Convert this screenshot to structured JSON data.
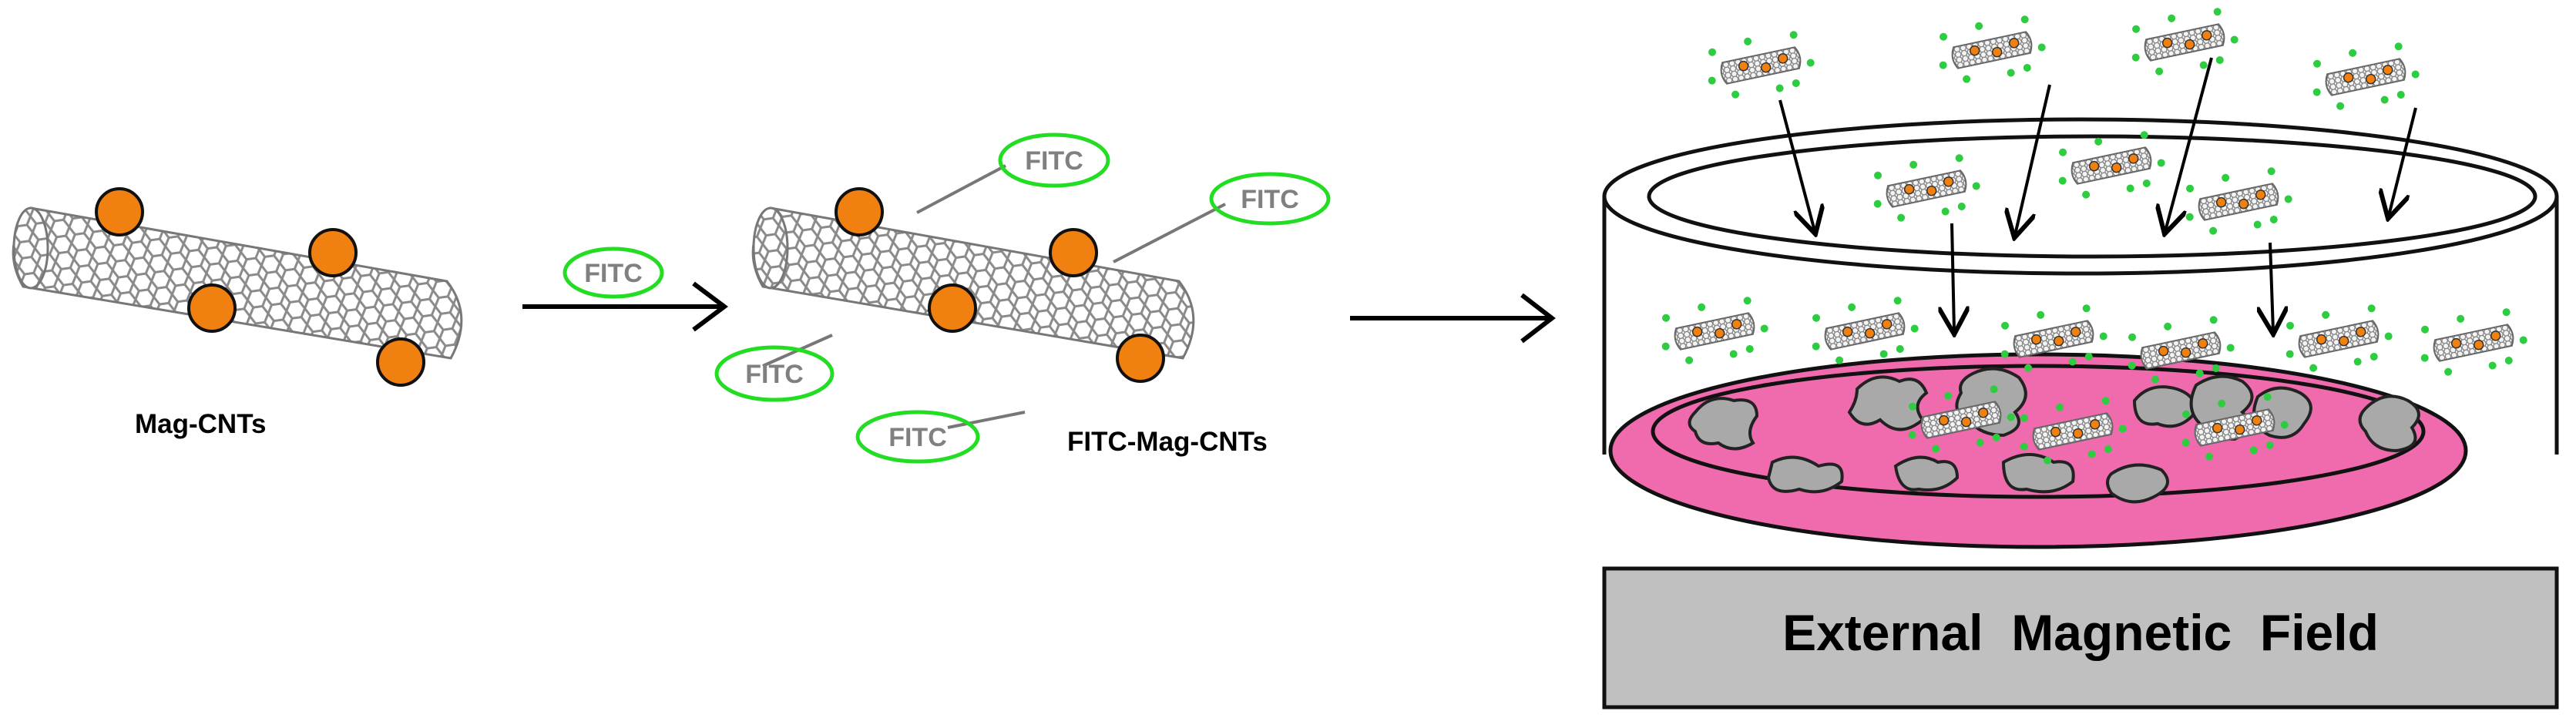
{
  "labels": {
    "mag_cnts": "Mag-CNTs",
    "fitc_mag_cnts": "FITC-Mag-CNTs",
    "fitc": "FITC",
    "field": "External  Magnetic  Field"
  },
  "colors": {
    "nanoparticle": "#f08010",
    "fitc_ring": "#22dd22",
    "fitc_text": "#808080",
    "dish_fill": "#f06aae",
    "cell_fill": "#a9a9a9",
    "field_box": "#c0c0c0",
    "dots": "#2ecc40"
  },
  "icons": [
    "carbon-nanotube-icon",
    "magnetic-nanoparticle-icon",
    "fitc-dye-icon",
    "petri-dish-icon",
    "cell-icon",
    "arrow-icon"
  ]
}
